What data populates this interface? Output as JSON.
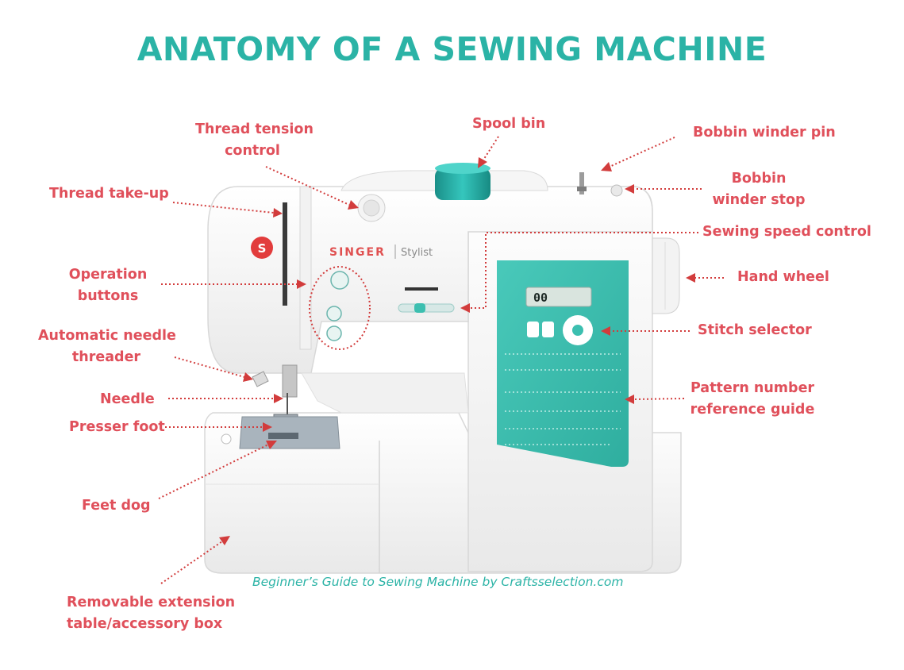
{
  "title": "ANATOMY OF A SEWING MACHINE",
  "credit": "Beginner’s Guide to Sewing Machine by Craftsselection.com",
  "machine": {
    "brand": "SINGER",
    "model": "Stylist",
    "lcd": "00",
    "logo_letter": "S",
    "colors": {
      "body": "#f7f7f7",
      "panel": "#3cbfb0",
      "accent": "#2bb3a6",
      "label": "#e0505b"
    }
  },
  "labels": {
    "thread_tension": [
      "Thread tension",
      "control"
    ],
    "spool_bin": "Spool bin",
    "bobbin_winder_pin": "Bobbin winder pin",
    "bobbin_winder_stop": [
      "Bobbin",
      "winder stop"
    ],
    "thread_take_up": "Thread take-up",
    "sewing_speed": "Sewing speed control",
    "operation_buttons": [
      "Operation",
      "buttons"
    ],
    "hand_wheel": "Hand wheel",
    "auto_threader": [
      "Automatic needle",
      "threader"
    ],
    "stitch_selector": "Stitch selector",
    "needle": "Needle",
    "pattern_guide": [
      "Pattern number",
      "reference guide"
    ],
    "presser_foot": "Presser foot",
    "feet_dog": "Feet dog",
    "extension_table": [
      "Removable extension",
      "table/accessory box"
    ]
  }
}
